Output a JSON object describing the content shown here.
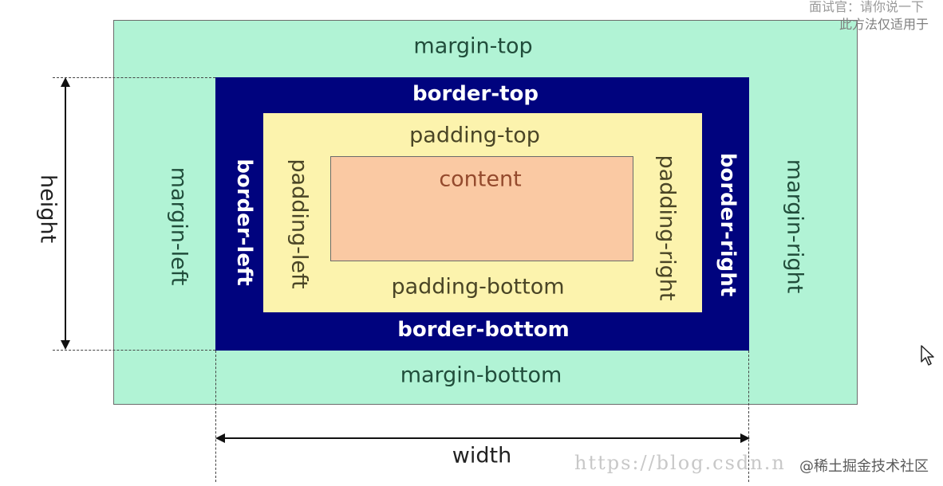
{
  "labels": {
    "margin_top": "margin-top",
    "margin_bottom": "margin-bottom",
    "margin_left": "margin-left",
    "margin_right": "margin-right",
    "border_top": "border-top",
    "border_bottom": "border-bottom",
    "border_left": "border-left",
    "border_right": "border-right",
    "padding_top": "padding-top",
    "padding_bottom": "padding-bottom",
    "padding_left": "padding-left",
    "padding_right": "padding-right",
    "content": "content",
    "height": "height",
    "width": "width"
  },
  "overlay": {
    "subtitle_line1": "面试官：请你说一下",
    "subtitle_line2": "此方法仅适用于",
    "watermark_url": "https://blog.csdn.n",
    "watermark_site": "@稀土掘金技术社区"
  },
  "colors": {
    "margin": "#b1f3d5",
    "border": "#00037e",
    "padding": "#fcf3ad",
    "content": "#fac9a3"
  },
  "icons": {
    "cursor": "mouse-pointer-icon"
  }
}
